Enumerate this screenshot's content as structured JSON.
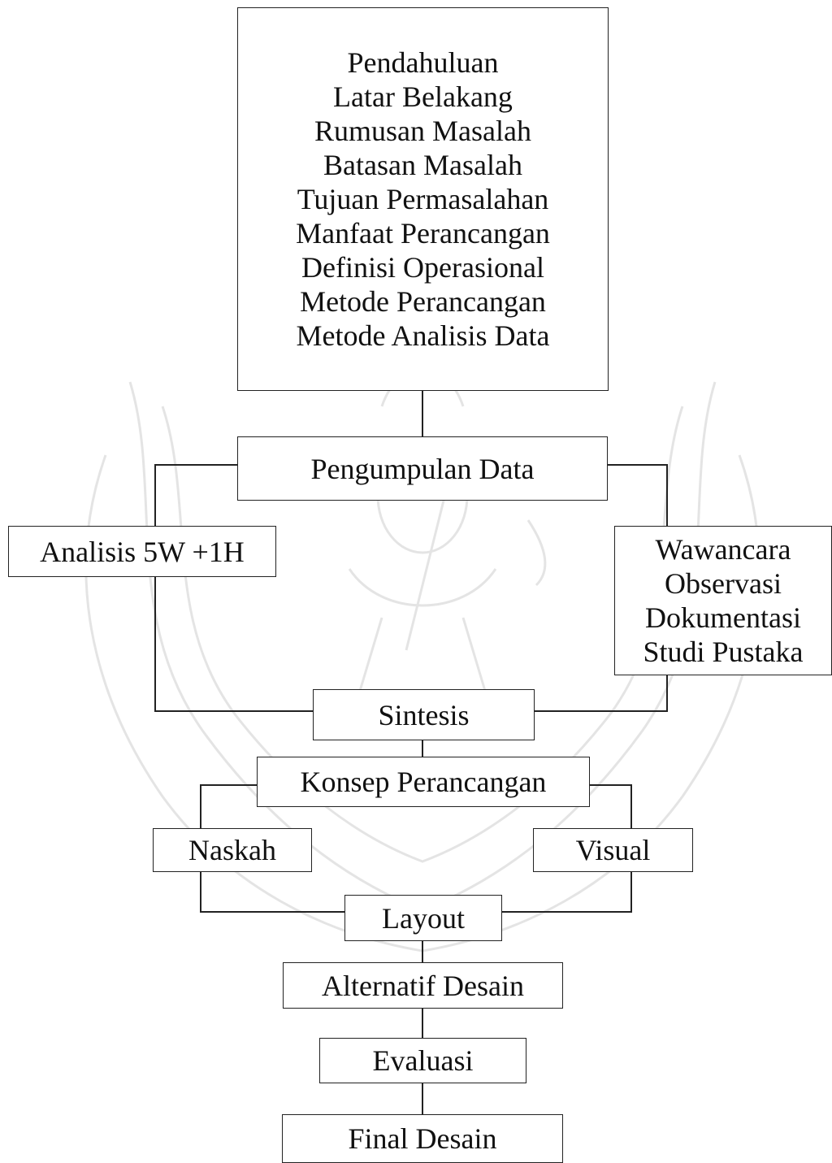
{
  "diagram": {
    "intro_lines": [
      "Pendahuluan",
      "Latar Belakang",
      "Rumusan Masalah",
      "Batasan Masalah",
      "Tujuan Permasalahan",
      "Manfaat Perancangan",
      "Definisi Operasional",
      "Metode Perancangan",
      "Metode Analisis Data"
    ],
    "pengumpulan_data": "Pengumpulan Data",
    "analisis": "Analisis 5W +1H",
    "methods_lines": [
      "Wawancara",
      "Observasi",
      "Dokumentasi",
      "Studi Pustaka"
    ],
    "sintesis": "Sintesis",
    "konsep": "Konsep Perancangan",
    "naskah": "Naskah",
    "visual": "Visual",
    "layout": "Layout",
    "alternatif": "Alternatif Desain",
    "evaluasi": "Evaluasi",
    "final": "Final Desain"
  }
}
